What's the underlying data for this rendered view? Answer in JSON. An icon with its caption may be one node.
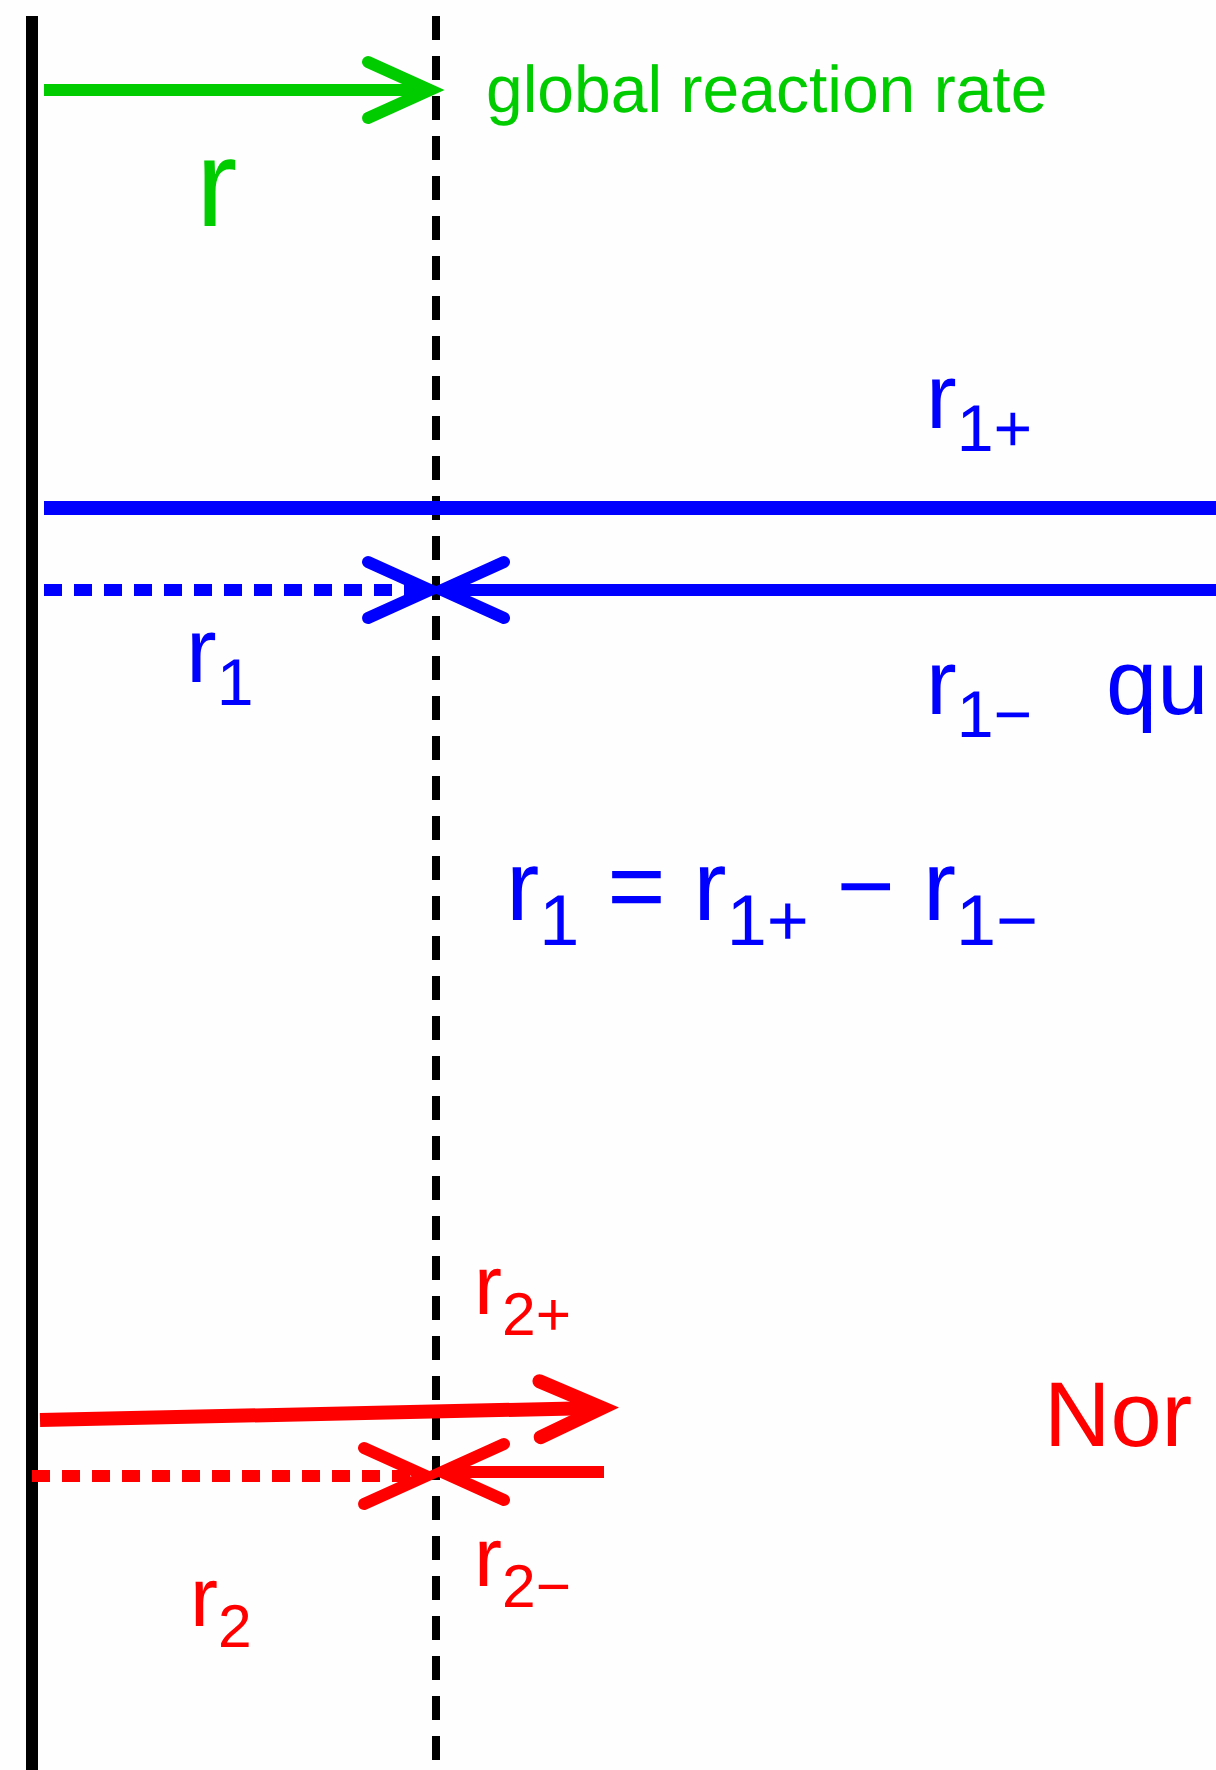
{
  "diagram": {
    "labels": [
      "global reaction rate",
      "r",
      "r$_{1+}$",
      "r$_{1}$",
      "r$_{1−}$",
      "qu",
      "r$_{1}$ = r$_{1+}$ − r$_{1−}$",
      "r$_{2+}$",
      "Nor",
      "r$_{2}$",
      "r$_{2−}$"
    ]
  }
}
